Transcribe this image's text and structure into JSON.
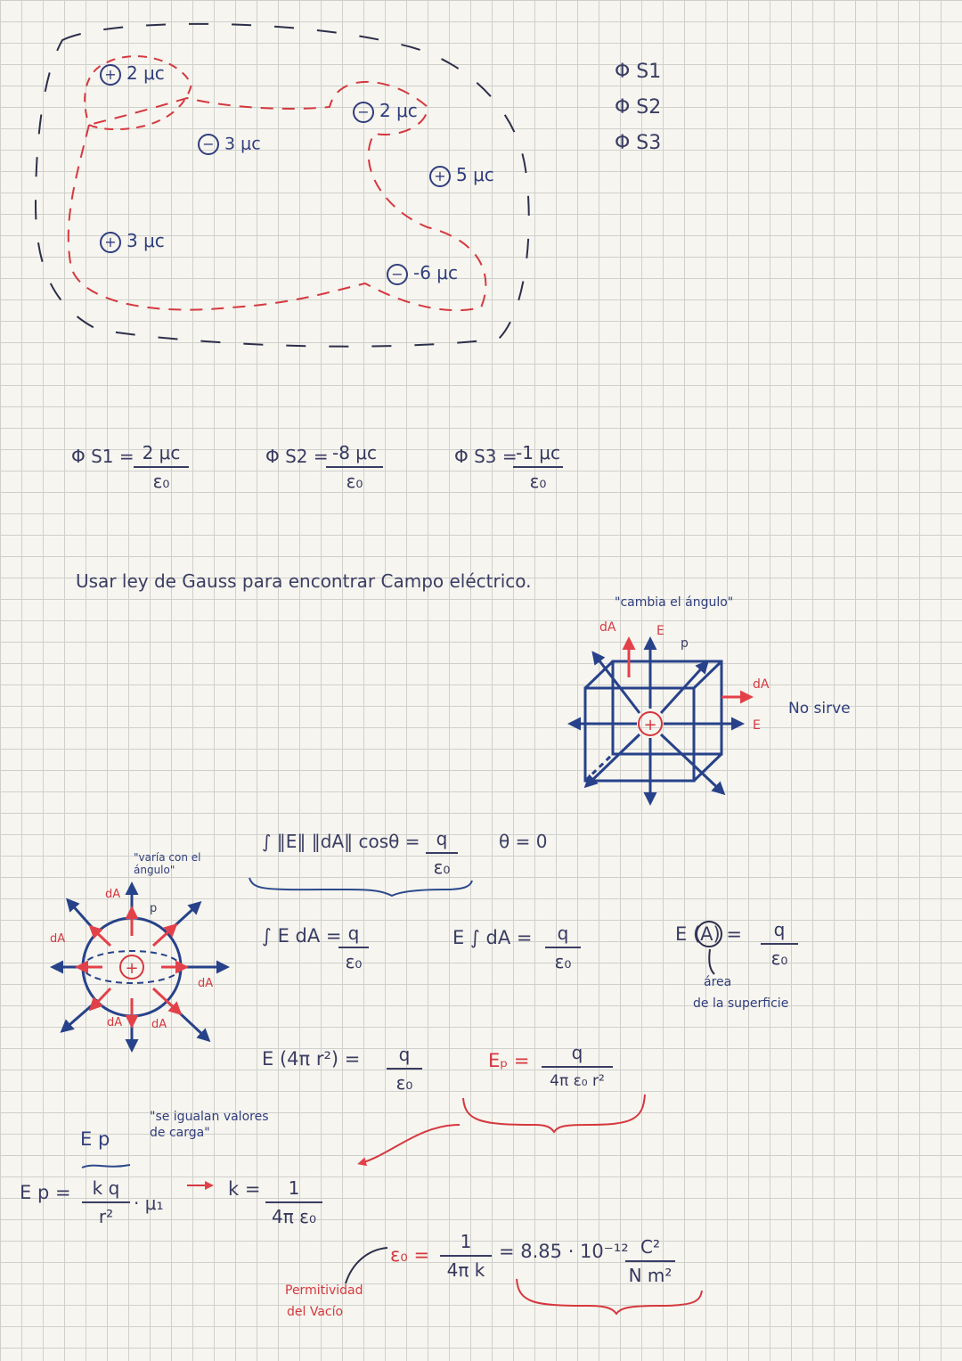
{
  "charges": [
    {
      "sign": "+",
      "label": "2 μc"
    },
    {
      "sign": "−",
      "label": "3 μc"
    },
    {
      "sign": "−",
      "label": "2 μc"
    },
    {
      "sign": "+",
      "label": "5 μc"
    },
    {
      "sign": "+",
      "label": "3 μc"
    },
    {
      "sign": "−",
      "label": "-6 μc"
    }
  ],
  "flux_list": [
    "Φ S1",
    "Φ S2",
    "Φ S3"
  ],
  "flux_results": [
    {
      "lhs": "Φ S1 =",
      "num": "2 μc",
      "den": "ε₀"
    },
    {
      "lhs": "Φ S2 =",
      "num": "-8 μc",
      "den": "ε₀"
    },
    {
      "lhs": "Φ S3 =",
      "num": "-1 μc",
      "den": "ε₀"
    }
  ],
  "gauss_heading": "Usar ley de Gauss para encontrar Campo eléctrico.",
  "cube": {
    "note": "\"cambia el ángulo\"",
    "label_dA_top": "dA",
    "label_E_top": "E",
    "label_p": "p",
    "label_dA_right": "dA",
    "label_E_right": "E",
    "verdict": "No sirve"
  },
  "sphere": {
    "note": "\"varía con el ángulo\"",
    "label_dA": "dA",
    "label_p": "p"
  },
  "equations": {
    "integral_lhs": "∫ ‖E‖ ‖dA‖ cosθ =",
    "integral_num": "q",
    "integral_den": "ε₀",
    "theta": "θ = 0",
    "simp_lhs": "∫ E dA =",
    "simp_num": "q",
    "simp_den": "ε₀",
    "pulled_lhs": "E ∫ dA =",
    "pulled_num": "q",
    "pulled_den": "ε₀",
    "area_lhs": "E (A) =",
    "area_num": "q",
    "area_den": "ε₀",
    "area_note_1": "área",
    "area_note_2": "de la superficie",
    "sphere_lhs": "E (4π r²) =",
    "sphere_num": "q",
    "sphere_den": "ε₀",
    "ep_lhs": "Eₚ =",
    "ep_num": "q",
    "ep_den": "4π ε₀ r²",
    "equal_note": "\"se igualan valores de carga\"",
    "ep_label": "E p",
    "coulomb_lhs": "E p =",
    "coulomb_num": "k q",
    "coulomb_den": "r²",
    "coulomb_tail": "· μ₁",
    "k_lhs": "k =",
    "k_num": "1",
    "k_den": "4π ε₀",
    "eps_lhs": "ε₀ =",
    "eps_num": "1",
    "eps_den": "4π k",
    "eps_value": "= 8.85 · 10⁻¹²",
    "eps_unit_num": "C²",
    "eps_unit_den": "N m²",
    "eps_note_1": "Permitividad",
    "eps_note_2": "del Vacío"
  },
  "colors": {
    "ink": "#3a3d63",
    "red": "#d5383f",
    "blue": "#2f3e7e",
    "grid": "#cfd0cc",
    "paper": "#f7f5ef"
  }
}
